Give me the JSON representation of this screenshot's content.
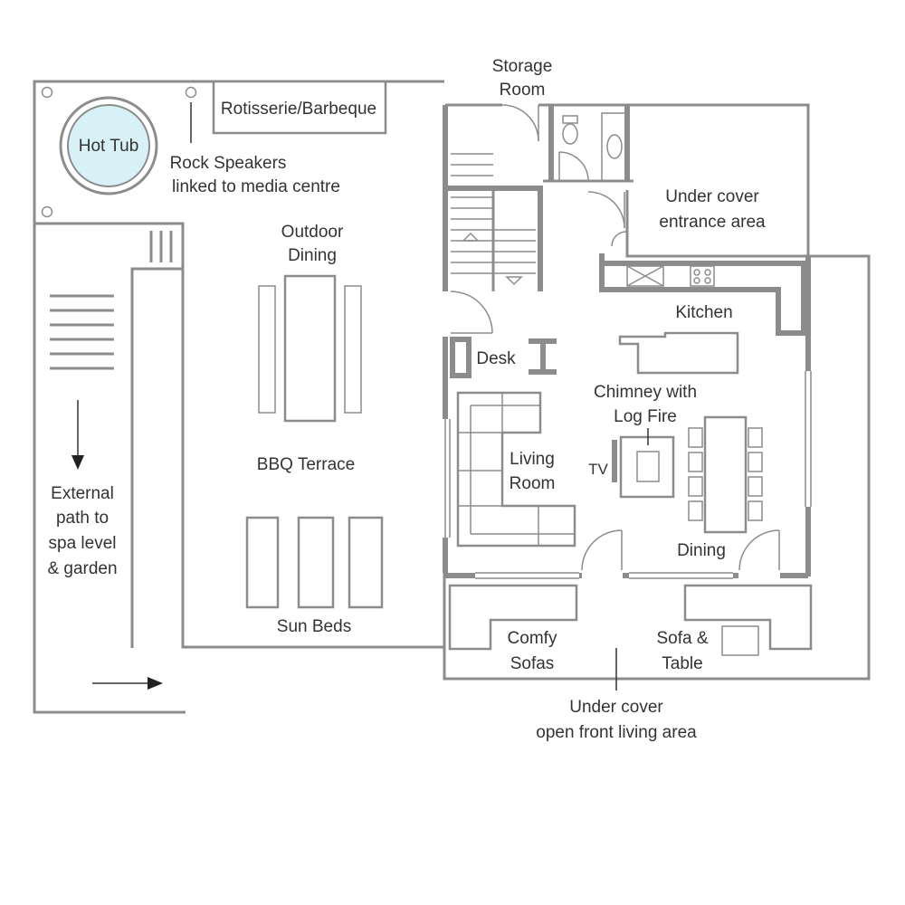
{
  "labels": {
    "storage_room_1": "Storage",
    "storage_room_2": "Room",
    "rotisserie": "Rotisserie/Barbeque",
    "hot_tub": "Hot Tub",
    "rock_speakers_1": "Rock Speakers",
    "rock_speakers_2": "linked to media centre",
    "under_cover_entrance_1": "Under cover",
    "under_cover_entrance_2": "entrance area",
    "outdoor_dining_1": "Outdoor",
    "outdoor_dining_2": "Dining",
    "kitchen": "Kitchen",
    "desk": "Desk",
    "chimney_1": "Chimney with",
    "chimney_2": "Log Fire",
    "bbq_terrace": "BBQ Terrace",
    "living_room_1": "Living",
    "living_room_2": "Room",
    "tv": "TV",
    "external_path_1": "External",
    "external_path_2": "path to",
    "external_path_3": "spa level",
    "external_path_4": "& garden",
    "dining": "Dining",
    "comfy_sofas_1": "Comfy",
    "comfy_sofas_2": "Sofas",
    "sofa_table_1": "Sofa &",
    "sofa_table_2": "Table",
    "sun_beds": "Sun Beds",
    "open_front_1": "Under cover",
    "open_front_2": "open front living area"
  },
  "colors": {
    "wall": "#8c8c8c",
    "text": "#333333",
    "hot_tub_water": "#d8f1f7"
  }
}
